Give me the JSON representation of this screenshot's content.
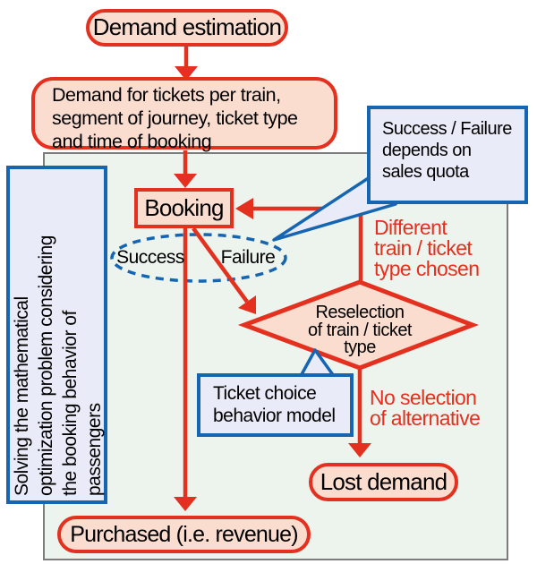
{
  "title": "Booking demand flow diagram",
  "colors": {
    "accent_red": "#e4301f",
    "node_fill_pink": "#fbddd0",
    "accent_blue": "#1565b2",
    "callout_fill_blue": "#e9ecf8",
    "panel_fill_green": "#edf4ee",
    "panel_border_gray": "#7c7c7c",
    "text_black": "#000000"
  },
  "nodes": {
    "demand_estimation": "Demand estimation",
    "demand_detail_lines": [
      "Demand for tickets per train,",
      "segment of journey, ticket type",
      "and time of booking"
    ],
    "booking": "Booking",
    "success_label": "Success",
    "failure_label": "Failure",
    "reselection_lines": [
      "Reselection",
      "of train / ticket",
      "type"
    ],
    "lost_demand": "Lost demand",
    "purchased": "Purchased (i.e. revenue)"
  },
  "callouts": {
    "sales_quota_lines": [
      "Success / Failure",
      "depends on",
      "sales quota"
    ],
    "ticket_choice_lines": [
      "Ticket choice",
      "behavior model"
    ]
  },
  "annotations": {
    "different_choice_lines": [
      "Different",
      "train / ticket",
      "type chosen"
    ],
    "no_selection_lines": [
      "No selection",
      "of alternative"
    ]
  },
  "sidebar": {
    "lines": [
      "Solving the mathematical",
      "optimization problem considering",
      "the booking behavior of",
      "passengers"
    ]
  }
}
